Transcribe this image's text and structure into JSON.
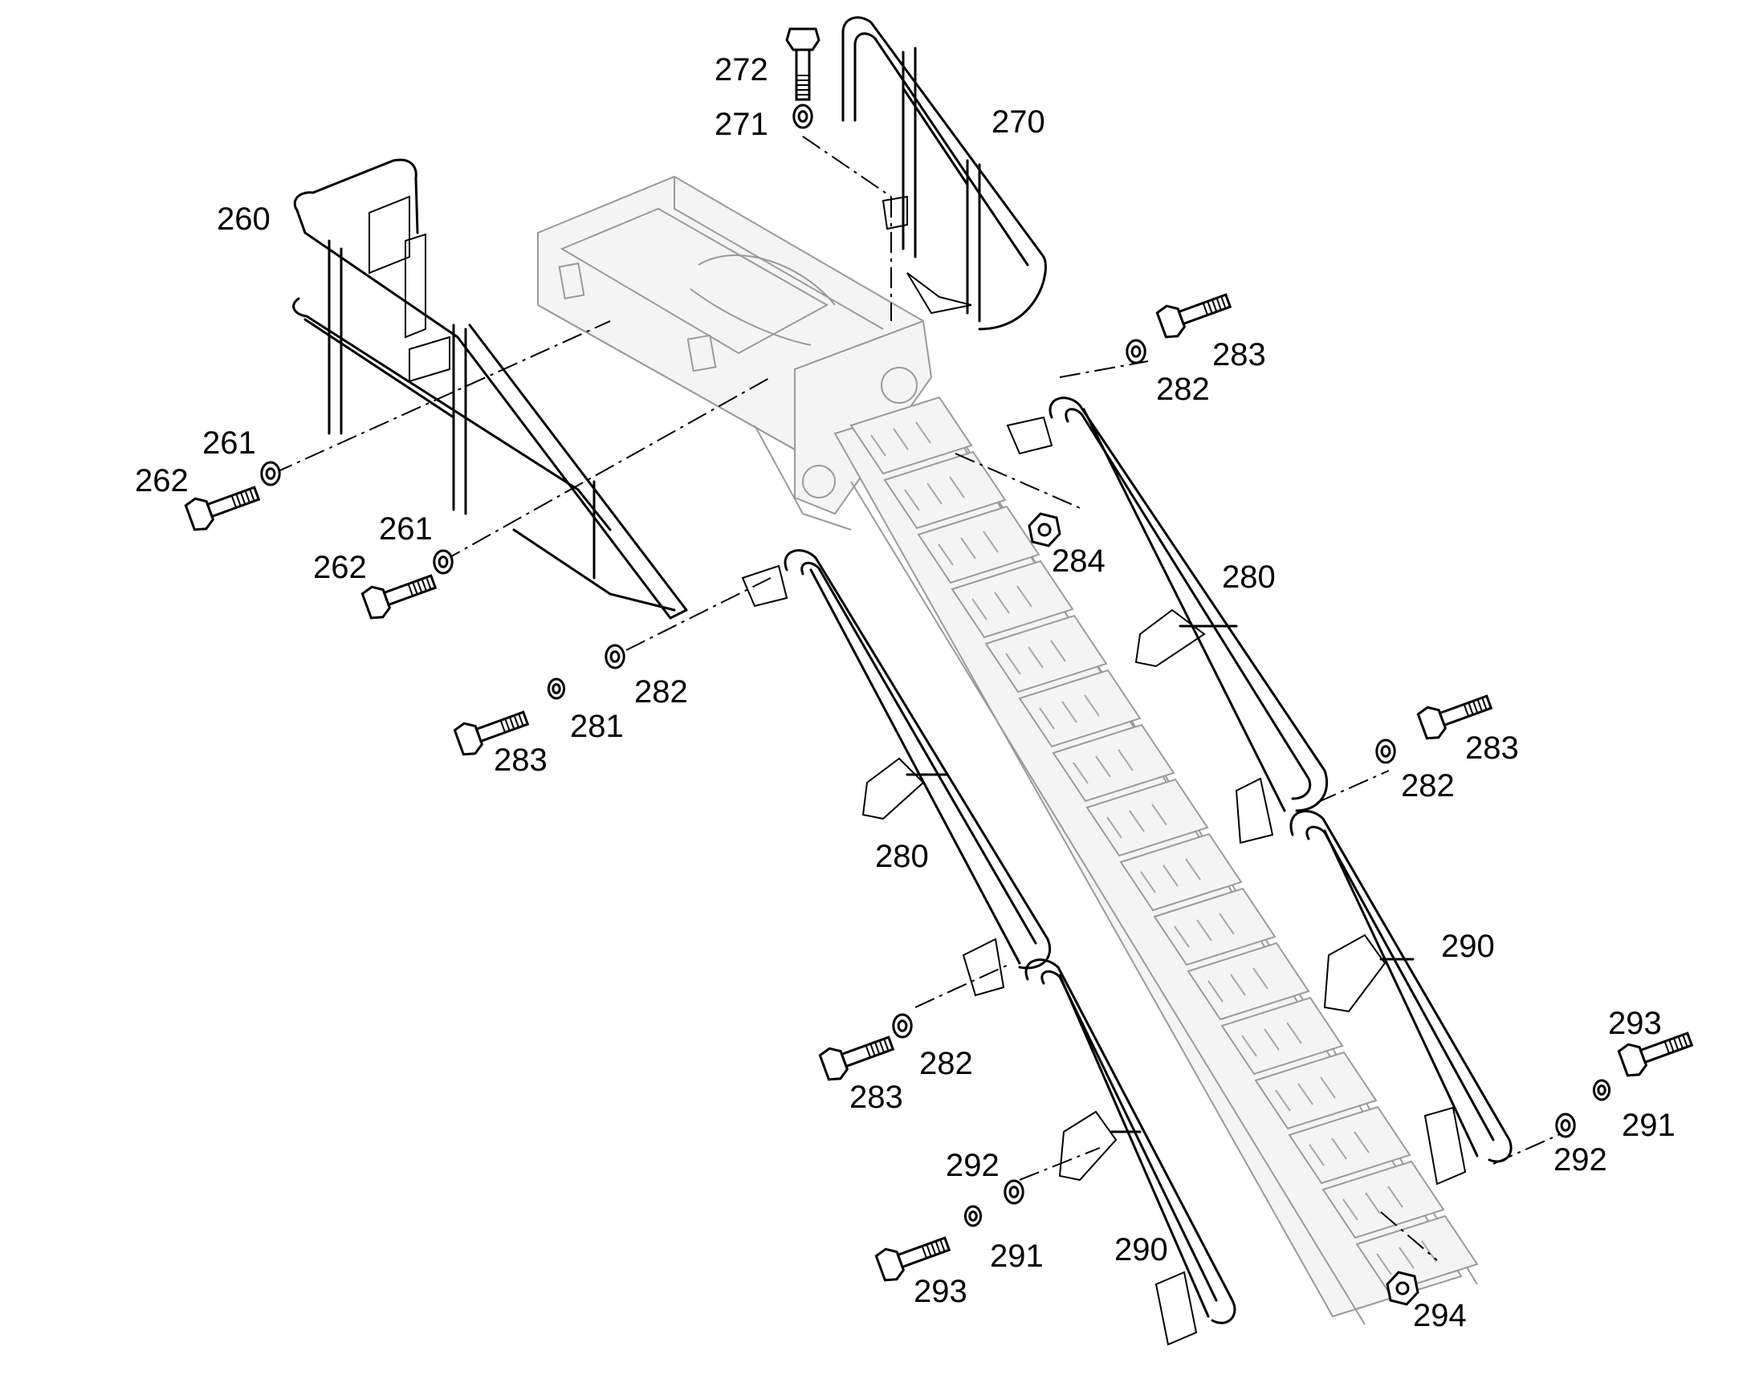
{
  "callouts": {
    "c260": "260",
    "c261a": "261",
    "c261b": "261",
    "c262a": "262",
    "c262b": "262",
    "c270": "270",
    "c271": "271",
    "c272": "272",
    "c280a": "280",
    "c280b": "280",
    "c281": "281",
    "c282a": "282",
    "c282b": "282",
    "c282c": "282",
    "c282d": "282",
    "c283a": "283",
    "c283b": "283",
    "c283c": "283",
    "c283d": "283",
    "c284": "284",
    "c290a": "290",
    "c290b": "290",
    "c291a": "291",
    "c291b": "291",
    "c292a": "292",
    "c292b": "292",
    "c293a": "293",
    "c293b": "293",
    "c294": "294"
  }
}
